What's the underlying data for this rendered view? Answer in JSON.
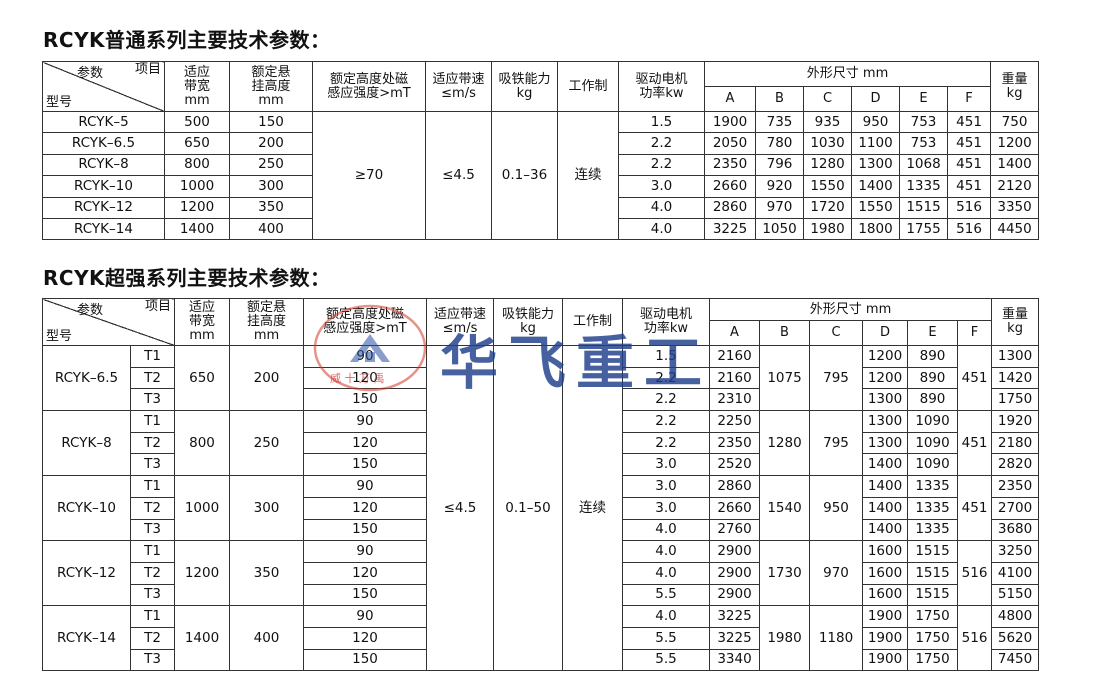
{
  "table1": {
    "title": "RCYK普通系列主要技术参数：",
    "headers": {
      "item": "项目",
      "param": "参数",
      "model": "型号",
      "width": "适应\n带宽\nmm",
      "height": "额定悬\n挂高度\nmm",
      "field": "额定高度处磁\n感应强度>mT",
      "speed": "适应带速\n≤m/s",
      "ability": "吸铁能力\nkg",
      "duty": "工作制",
      "motor": "驱动电机\n功率kw",
      "dims": "外形尺寸 mm",
      "dim_cols": [
        "A",
        "B",
        "C",
        "D",
        "E",
        "F"
      ],
      "weight": "重量\nkg"
    },
    "shared": {
      "field": "≥70",
      "speed": "≤4.5",
      "ability": "0.1–36",
      "duty": "连续"
    },
    "rows": [
      {
        "model": "RCYK–5",
        "width": "500",
        "height": "150",
        "power": "1.5",
        "A": "1900",
        "B": "735",
        "C": "935",
        "D": "950",
        "E": "753",
        "F": "451",
        "weight": "750"
      },
      {
        "model": "RCYK–6.5",
        "width": "650",
        "height": "200",
        "power": "2.2",
        "A": "2050",
        "B": "780",
        "C": "1030",
        "D": "1100",
        "E": "753",
        "F": "451",
        "weight": "1200"
      },
      {
        "model": "RCYK–8",
        "width": "800",
        "height": "250",
        "power": "2.2",
        "A": "2350",
        "B": "796",
        "C": "1280",
        "D": "1300",
        "E": "1068",
        "F": "451",
        "weight": "1400"
      },
      {
        "model": "RCYK–10",
        "width": "1000",
        "height": "300",
        "power": "3.0",
        "A": "2660",
        "B": "920",
        "C": "1550",
        "D": "1400",
        "E": "1335",
        "F": "451",
        "weight": "2120"
      },
      {
        "model": "RCYK–12",
        "width": "1200",
        "height": "350",
        "power": "4.0",
        "A": "2860",
        "B": "970",
        "C": "1720",
        "D": "1550",
        "E": "1515",
        "F": "516",
        "weight": "3350"
      },
      {
        "model": "RCYK–14",
        "width": "1400",
        "height": "400",
        "power": "4.0",
        "A": "3225",
        "B": "1050",
        "C": "1980",
        "D": "1800",
        "E": "1755",
        "F": "516",
        "weight": "4450"
      }
    ]
  },
  "table2": {
    "title": "RCYK超强系列主要技术参数：",
    "shared": {
      "speed": "≤4.5",
      "ability": "0.1–50",
      "duty": "连续"
    },
    "groups": [
      {
        "model": "RCYK–6.5",
        "width": "650",
        "height": "200",
        "B": "1075",
        "C": "795",
        "F": "451",
        "rows": [
          {
            "type": "T1",
            "field": "90",
            "power": "1.5",
            "A": "2160",
            "D": "1200",
            "E": "890",
            "weight": "1300"
          },
          {
            "type": "T2",
            "field": "120",
            "power": "2.2",
            "A": "2160",
            "D": "1200",
            "E": "890",
            "weight": "1420"
          },
          {
            "type": "T3",
            "field": "150",
            "power": "2.2",
            "A": "2310",
            "D": "1300",
            "E": "890",
            "weight": "1750"
          }
        ]
      },
      {
        "model": "RCYK–8",
        "width": "800",
        "height": "250",
        "B": "1280",
        "C": "795",
        "F": "451",
        "rows": [
          {
            "type": "T1",
            "field": "90",
            "power": "2.2",
            "A": "2250",
            "D": "1300",
            "E": "1090",
            "weight": "1920"
          },
          {
            "type": "T2",
            "field": "120",
            "power": "2.2",
            "A": "2350",
            "D": "1300",
            "E": "1090",
            "weight": "2180"
          },
          {
            "type": "T3",
            "field": "150",
            "power": "3.0",
            "A": "2520",
            "D": "1400",
            "E": "1090",
            "weight": "2820"
          }
        ]
      },
      {
        "model": "RCYK–10",
        "width": "1000",
        "height": "300",
        "B": "1540",
        "C": "950",
        "F": "451",
        "rows": [
          {
            "type": "T1",
            "field": "90",
            "power": "3.0",
            "A": "2860",
            "D": "1400",
            "E": "1335",
            "weight": "2350"
          },
          {
            "type": "T2",
            "field": "120",
            "power": "3.0",
            "A": "2660",
            "D": "1400",
            "E": "1335",
            "weight": "2700"
          },
          {
            "type": "T3",
            "field": "150",
            "power": "4.0",
            "A": "2760",
            "D": "1400",
            "E": "1335",
            "weight": "3680"
          }
        ]
      },
      {
        "model": "RCYK–12",
        "width": "1200",
        "height": "350",
        "B": "1730",
        "C": "970",
        "F": "516",
        "rows": [
          {
            "type": "T1",
            "field": "90",
            "power": "4.0",
            "A": "2900",
            "D": "1600",
            "E": "1515",
            "weight": "3250"
          },
          {
            "type": "T2",
            "field": "120",
            "power": "4.0",
            "A": "2900",
            "D": "1600",
            "E": "1515",
            "weight": "4100"
          },
          {
            "type": "T3",
            "field": "150",
            "power": "5.5",
            "A": "2900",
            "D": "1600",
            "E": "1515",
            "weight": "5150"
          }
        ]
      },
      {
        "model": "RCYK–14",
        "width": "1400",
        "height": "400",
        "B": "1980",
        "C": "1180",
        "F": "516",
        "rows": [
          {
            "type": "T1",
            "field": "90",
            "power": "4.0",
            "A": "3225",
            "D": "1900",
            "E": "1750",
            "weight": "4800"
          },
          {
            "type": "T2",
            "field": "120",
            "power": "5.5",
            "A": "3225",
            "D": "1900",
            "E": "1750",
            "weight": "5620"
          },
          {
            "type": "T3",
            "field": "150",
            "power": "5.5",
            "A": "3340",
            "D": "1900",
            "E": "1750",
            "weight": "7450"
          }
        ]
      }
    ]
  },
  "watermark": {
    "text": "华飞重工",
    "sub": "威 十 万 禹",
    "logo_color": "#2b4fa3",
    "accent_color": "#d03a2a"
  }
}
